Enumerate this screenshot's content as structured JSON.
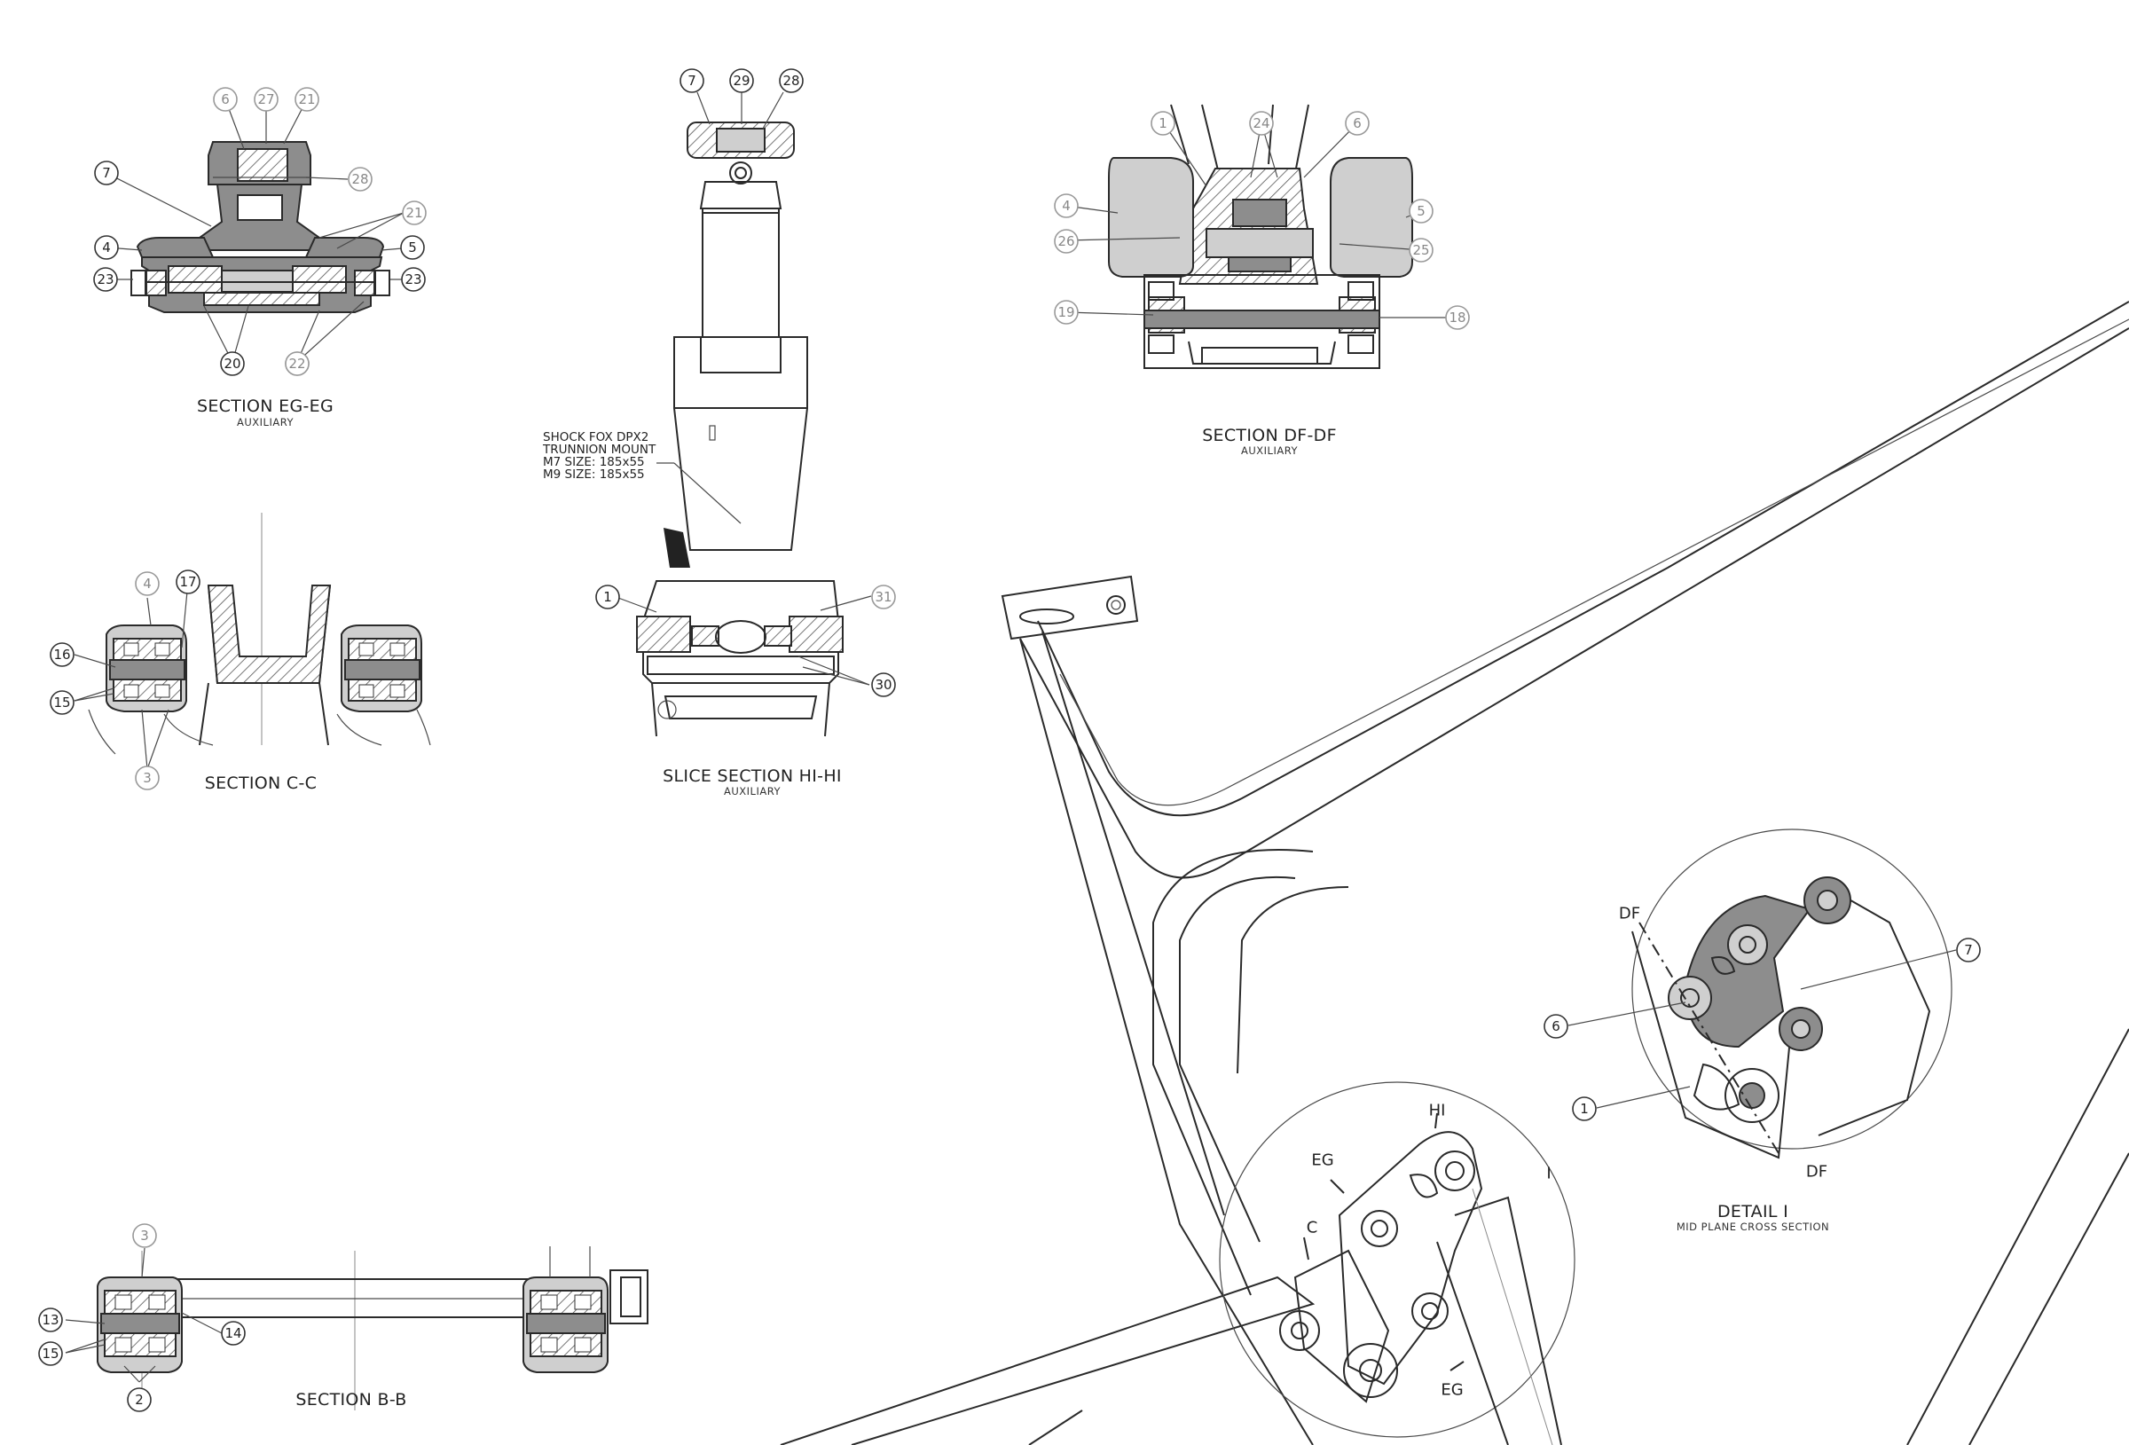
{
  "sections": {
    "eg": {
      "title": "SECTION EG-EG",
      "sub": "AUXILIARY"
    },
    "hi": {
      "title": "SLICE SECTION HI-HI",
      "sub": "AUXILIARY"
    },
    "df": {
      "title": "SECTION DF-DF",
      "sub": "AUXILIARY"
    },
    "cc": {
      "title": "SECTION C-C"
    },
    "bb": {
      "title": "SECTION B-B"
    },
    "detail_i": {
      "title": "DETAIL I",
      "sub": "MID PLANE CROSS SECTION"
    }
  },
  "shock_note": [
    "SHOCK FOX DPX2",
    "TRUNNION MOUNT",
    "M7 SIZE: 185x55",
    "M9 SIZE: 185x55"
  ],
  "view_markers": {
    "hi": "HI",
    "eg_top": "EG",
    "eg_bottom": "EG",
    "c": "C",
    "i": "I",
    "df_top": "DF",
    "df_bottom": "DF"
  },
  "callouts": {
    "eg": [
      {
        "n": "6",
        "grey": true
      },
      {
        "n": "27",
        "grey": true
      },
      {
        "n": "21",
        "grey": true
      },
      {
        "n": "28",
        "grey": true
      },
      {
        "n": "7",
        "grey": false
      },
      {
        "n": "21",
        "grey": true
      },
      {
        "n": "4",
        "grey": false
      },
      {
        "n": "5",
        "grey": false
      },
      {
        "n": "23",
        "grey": false
      },
      {
        "n": "23",
        "grey": false
      },
      {
        "n": "20",
        "grey": false
      },
      {
        "n": "22",
        "grey": true
      },
      {
        "n": "22",
        "grey": true
      }
    ],
    "hi": [
      {
        "n": "7",
        "grey": false
      },
      {
        "n": "29",
        "grey": false
      },
      {
        "n": "28",
        "grey": false
      },
      {
        "n": "1",
        "grey": false
      },
      {
        "n": "31",
        "grey": true
      },
      {
        "n": "30",
        "grey": false
      }
    ],
    "df": [
      {
        "n": "1",
        "grey": true
      },
      {
        "n": "24",
        "grey": true
      },
      {
        "n": "6",
        "grey": true
      },
      {
        "n": "4",
        "grey": true
      },
      {
        "n": "5",
        "grey": true
      },
      {
        "n": "26",
        "grey": true
      },
      {
        "n": "25",
        "grey": true
      },
      {
        "n": "19",
        "grey": true
      },
      {
        "n": "18",
        "grey": true
      }
    ],
    "cc": [
      {
        "n": "4",
        "grey": true
      },
      {
        "n": "17",
        "grey": false
      },
      {
        "n": "16",
        "grey": false
      },
      {
        "n": "15",
        "grey": false
      },
      {
        "n": "3",
        "grey": true
      }
    ],
    "bb": [
      {
        "n": "3",
        "grey": true
      },
      {
        "n": "13",
        "grey": false
      },
      {
        "n": "14",
        "grey": false
      },
      {
        "n": "15",
        "grey": false
      },
      {
        "n": "2",
        "grey": false
      }
    ],
    "detail": [
      {
        "n": "7",
        "grey": false
      },
      {
        "n": "6",
        "grey": false
      },
      {
        "n": "1",
        "grey": false
      }
    ]
  }
}
